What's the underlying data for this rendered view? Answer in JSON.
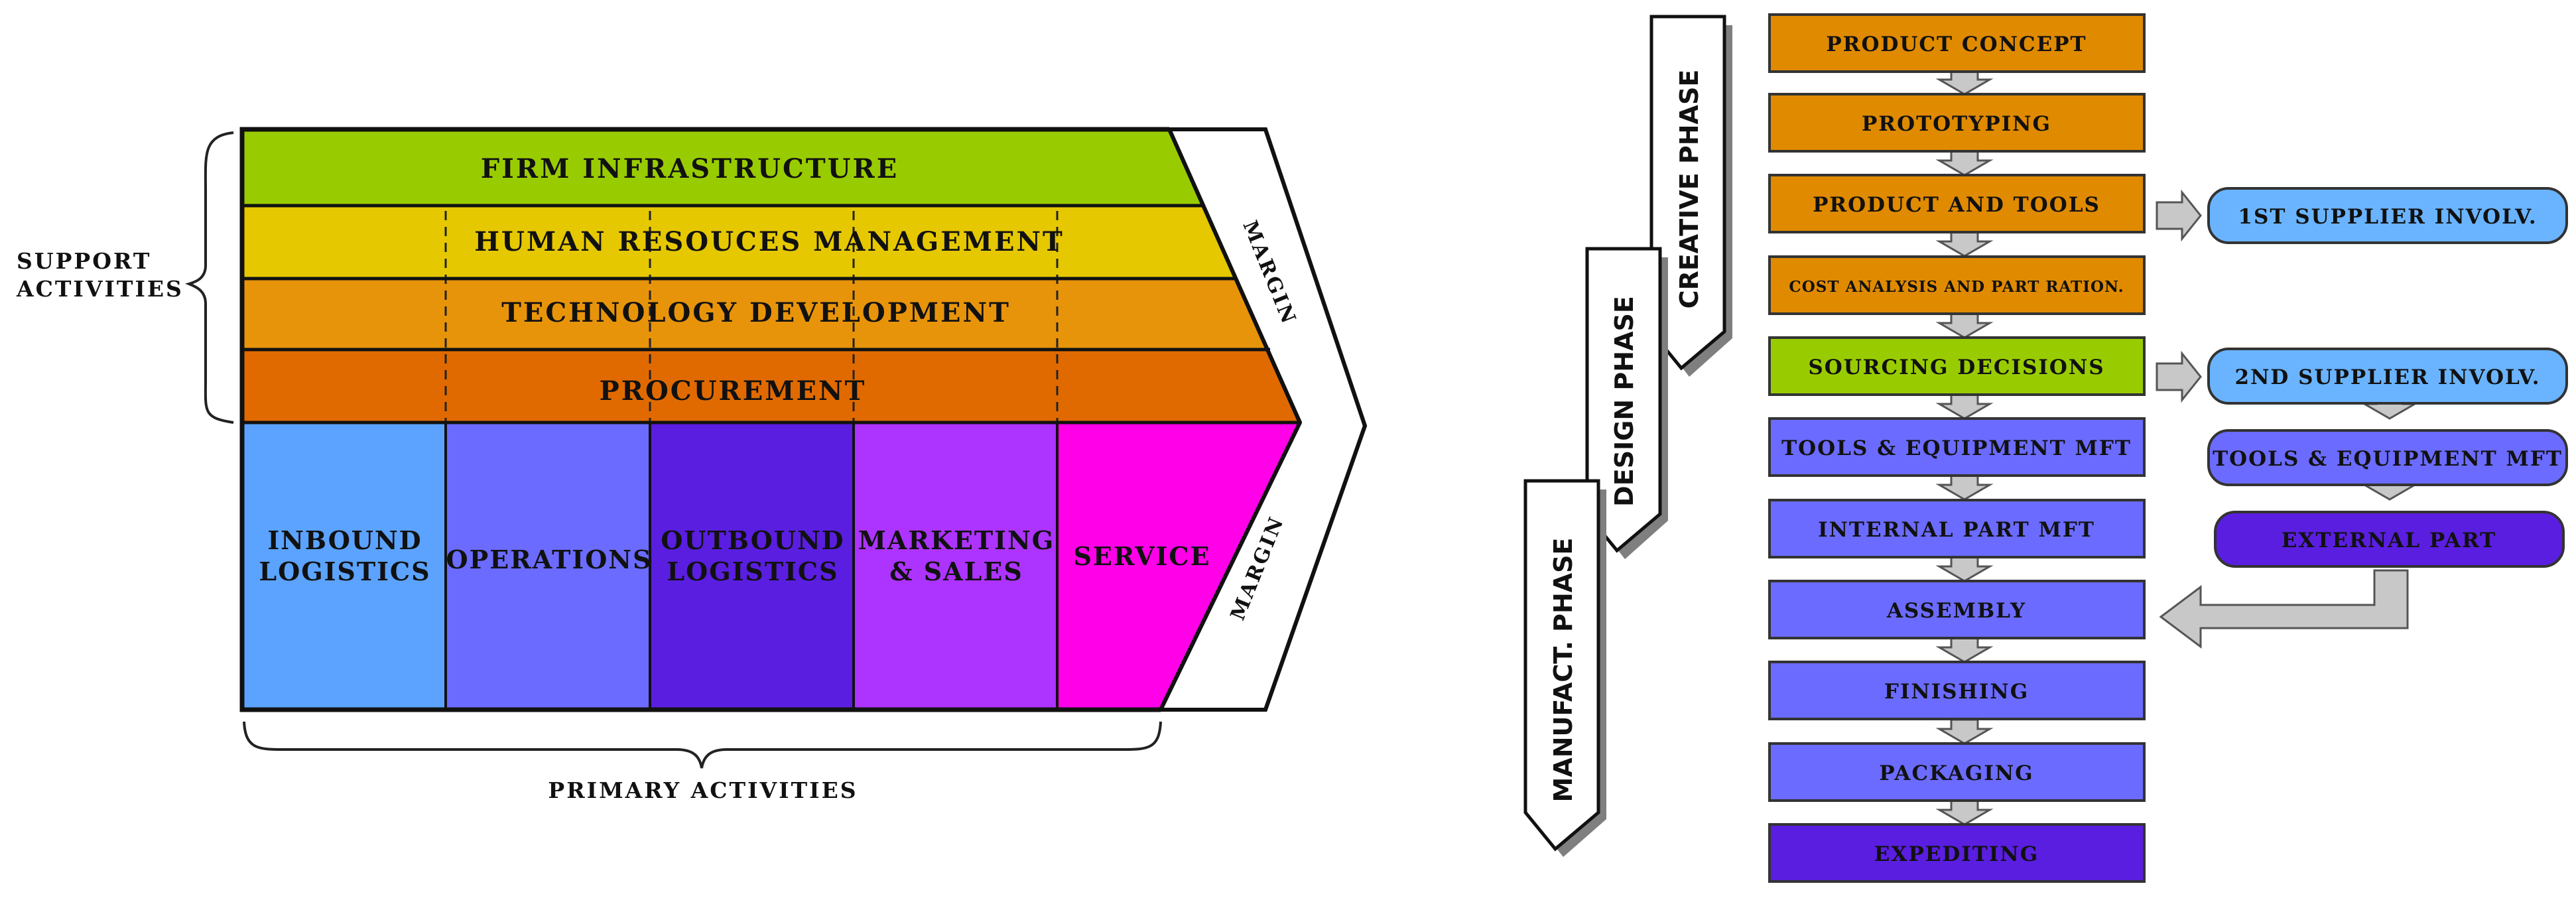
{
  "value_chain": {
    "support_label_line1": "SUPPORT",
    "support_label_line2": "ACTIVITIES",
    "primary_label": "PRIMARY ACTIVITIES",
    "margin_top": "MARGIN",
    "margin_bottom": "MARGIN",
    "support_rows": [
      {
        "label": "FIRM INFRASTRUCTURE",
        "color": "#99cc00"
      },
      {
        "label": "HUMAN RESOUCES MANAGEMENT",
        "color": "#e6c800"
      },
      {
        "label": "TECHNOLOGY DEVELOPMENT",
        "color": "#e8940a"
      },
      {
        "label": "PROCUREMENT",
        "color": "#e06a00"
      }
    ],
    "primary_columns": [
      {
        "line1": "INBOUND",
        "line2": "LOGISTICS",
        "color": "#5ba3ff"
      },
      {
        "line1": "OPERATIONS",
        "line2": "",
        "color": "#6b6bff"
      },
      {
        "line1": "OUTBOUND",
        "line2": "LOGISTICS",
        "color": "#5a1ee0"
      },
      {
        "line1": "MARKETING",
        "line2": "& SALES",
        "color": "#ad33ff"
      },
      {
        "line1": "SERVICE",
        "line2": "",
        "color": "#ff00e8"
      }
    ]
  },
  "process_flow": {
    "phases": {
      "creative": "CREATIVE PHASE",
      "design": "DESIGN PHASE",
      "manufact": "MANUFACT. PHASE"
    },
    "steps": [
      {
        "label": "PRODUCT CONCEPT",
        "color": "#e08a00"
      },
      {
        "label": "PROTOTYPING",
        "color": "#e08a00"
      },
      {
        "label": "PRODUCT AND TOOLS",
        "color": "#e08a00"
      },
      {
        "label": "COST ANALYSIS AND PART RATION.",
        "color": "#e08a00"
      },
      {
        "label": "SOURCING DECISIONS",
        "color": "#99cc00"
      },
      {
        "label": "TOOLS & EQUIPMENT MFT",
        "color": "#6b6bff"
      },
      {
        "label": "INTERNAL PART MFT",
        "color": "#6b6bff"
      },
      {
        "label": "ASSEMBLY",
        "color": "#6b6bff"
      },
      {
        "label": "FINISHING",
        "color": "#6b6bff"
      },
      {
        "label": "PACKAGING",
        "color": "#6b6bff"
      },
      {
        "label": "EXPEDITING",
        "color": "#5a1ee0"
      }
    ],
    "side_steps": [
      {
        "label": "1ST SUPPLIER INVOLV.",
        "color": "#6ab4ff"
      },
      {
        "label": "2ND SUPPLIER INVOLV.",
        "color": "#6ab4ff"
      },
      {
        "label": "TOOLS & EQUIPMENT MFT",
        "color": "#6b6bff"
      },
      {
        "label": "EXTERNAL PART",
        "color": "#5a1ee0"
      }
    ]
  }
}
